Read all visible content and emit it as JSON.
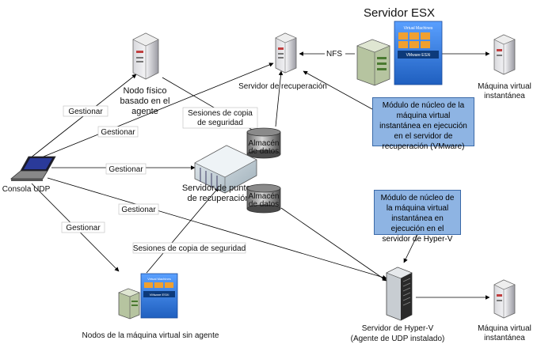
{
  "title": "Servidor ESX",
  "nodes": {
    "physical_node": "Nodo físico basado en el agente",
    "physical_node_l1": "Nodo físico",
    "physical_node_l2": "basado en el",
    "physical_node_l3": "agente",
    "recovery_server": "Servidor de recuperación",
    "vm_left_l1": "Máquina virtual",
    "vm_left_l2": "instantánea",
    "vm_right_l1": "Máquina virtual",
    "vm_right_l2": "instantánea",
    "datastore1_l1": "Almacén",
    "datastore1_l2": "de datos",
    "datastore2_l1": "Almacén",
    "datastore2_l2": "de datos",
    "console": "Consola UDP",
    "rps_l1": "Servidor de puntos",
    "rps_l2": "de recuperación",
    "agentless": "Nodos de la máquina virtual sin agente",
    "hyperv_l1": "Servidor de Hyper-V",
    "hyperv_l2": "(Agente de UDP instalado)",
    "esx_panel_title": "Virtual Machines",
    "esx_panel_footer": "VMware ESXi",
    "esx_small_title": "Virtual Machines",
    "esx_small_footer": "VMware ESXi"
  },
  "edges": {
    "manage1": "Gestionar",
    "manage2": "Gestionar",
    "manage3": "Gestionar",
    "manage4": "Gestionar",
    "manage5": "Gestionar",
    "nfs": "NFS",
    "backup_sessions_l1": "Sesiones de copia",
    "backup_sessions_l2": "de seguridad",
    "backup_sessions2": "Sesiones de copia de seguridad"
  },
  "notes": {
    "vmware": "Módulo de núcleo de la máquina virtual instantánea en ejecución en el servidor de recuperación (VMware)",
    "hyperv": "Módulo de núcleo de la máquina virtual instantánea en ejecución en el servidor de Hyper-V"
  },
  "colors": {
    "note_fill": "#8eb4e3",
    "esx_panel": "#3a7bd5",
    "vm_tile": "#f0a030"
  }
}
